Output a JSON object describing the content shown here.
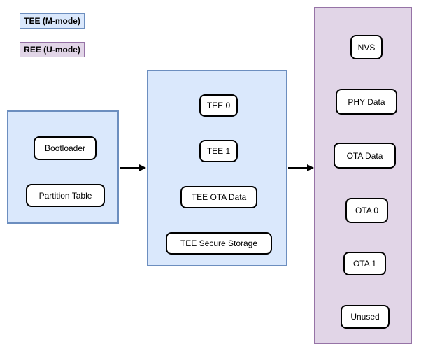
{
  "legend": {
    "tee": {
      "label": "TEE (M-mode)"
    },
    "ree": {
      "label": "REE (U-mode)"
    }
  },
  "colors": {
    "tee_fill": "#dae8fc",
    "tee_border": "#6c8ebf",
    "ree_fill": "#e1d5e7",
    "ree_border": "#9673a6",
    "node_fill": "#ffffff",
    "node_border": "#000000",
    "arrow": "#000000"
  },
  "regions": {
    "boot": {
      "items": [
        "Bootloader",
        "Partition Table"
      ]
    },
    "tee": {
      "items": [
        "TEE 0",
        "TEE 1",
        "TEE OTA Data",
        "TEE Secure Storage"
      ]
    },
    "ree": {
      "items": [
        "NVS",
        "PHY Data",
        "OTA Data",
        "OTA 0",
        "OTA 1",
        "Unused"
      ]
    }
  }
}
